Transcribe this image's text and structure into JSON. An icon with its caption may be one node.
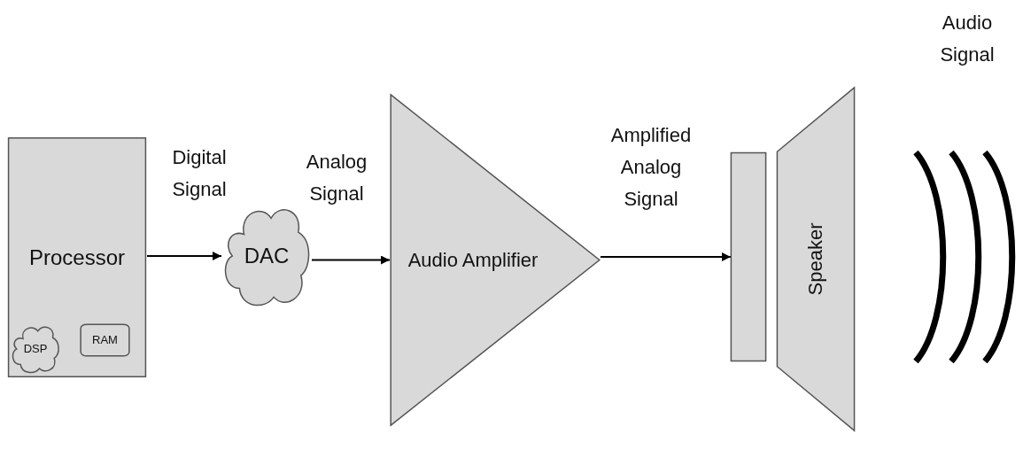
{
  "diagram": {
    "nodes": [
      {
        "text": [
          "Processor"
        ]
      },
      {
        "text": [
          "DSP"
        ],
        "in": 0
      },
      {
        "text": [
          "RAM"
        ],
        "in": 0
      },
      {
        "text": [
          "DAC"
        ]
      },
      {
        "text": [
          "Audio Amplifier"
        ]
      },
      {
        "text": [],
        "shape": "box"
      },
      {
        "text": [
          "Speaker"
        ]
      }
    ],
    "edges": [
      {
        "from": 0,
        "to": 3,
        "arrow": "to",
        "label": "Digital Signal"
      },
      {
        "from": 3,
        "to": 4,
        "arrow": "to",
        "label": "Analog Signal"
      },
      {
        "from": 4,
        "to": 5,
        "arrow": "to",
        "label": "Amplified Analog Signal"
      }
    ],
    "labels": [
      "Audio Signal"
    ]
  }
}
